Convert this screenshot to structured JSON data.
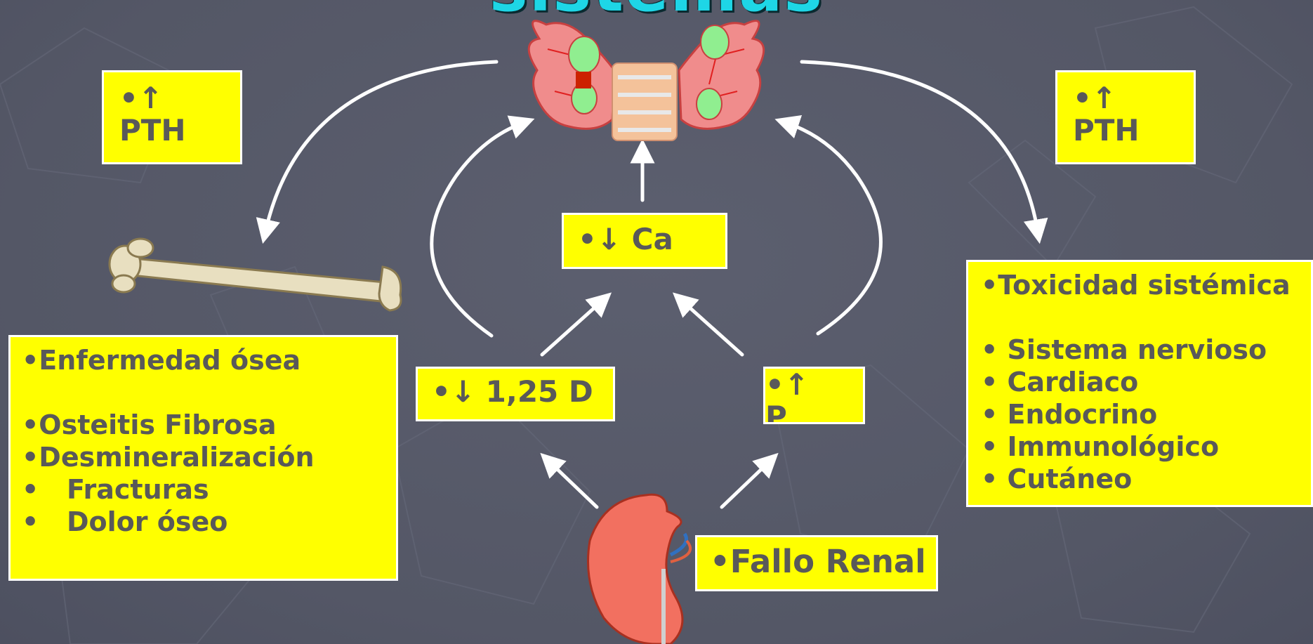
{
  "title": "sistemas",
  "pth_left": {
    "bullet": "•↑",
    "label": "PTH"
  },
  "pth_right": {
    "bullet": "•↑",
    "label": "PTH"
  },
  "ca_box": {
    "text": "•↓ Ca"
  },
  "d_box": {
    "text": "•↓ 1,25 D"
  },
  "p_box": {
    "bullet": "•↑",
    "label": "P"
  },
  "renal_box": {
    "text": "•Fallo Renal"
  },
  "bone_box": {
    "heading": "•Enfermedad ósea",
    "items": [
      "•Osteitis Fibrosa",
      "•Desmineralización",
      "•   Fracturas",
      "•   Dolor óseo"
    ]
  },
  "tox_box": {
    "heading": "•Toxicidad sistémica",
    "items": [
      "• Sistema nervioso",
      "• Cardiaco",
      "• Endocrino",
      "• Immunológico",
      "• Cutáneo"
    ]
  },
  "colors": {
    "box": "#ffff00",
    "text": "#595959",
    "background": "#575a6a",
    "title": "#1ed6e6",
    "arrow": "#ffffff"
  },
  "icons": [
    "parathyroid-gland-icon",
    "bone-icon",
    "kidney-icon"
  ]
}
